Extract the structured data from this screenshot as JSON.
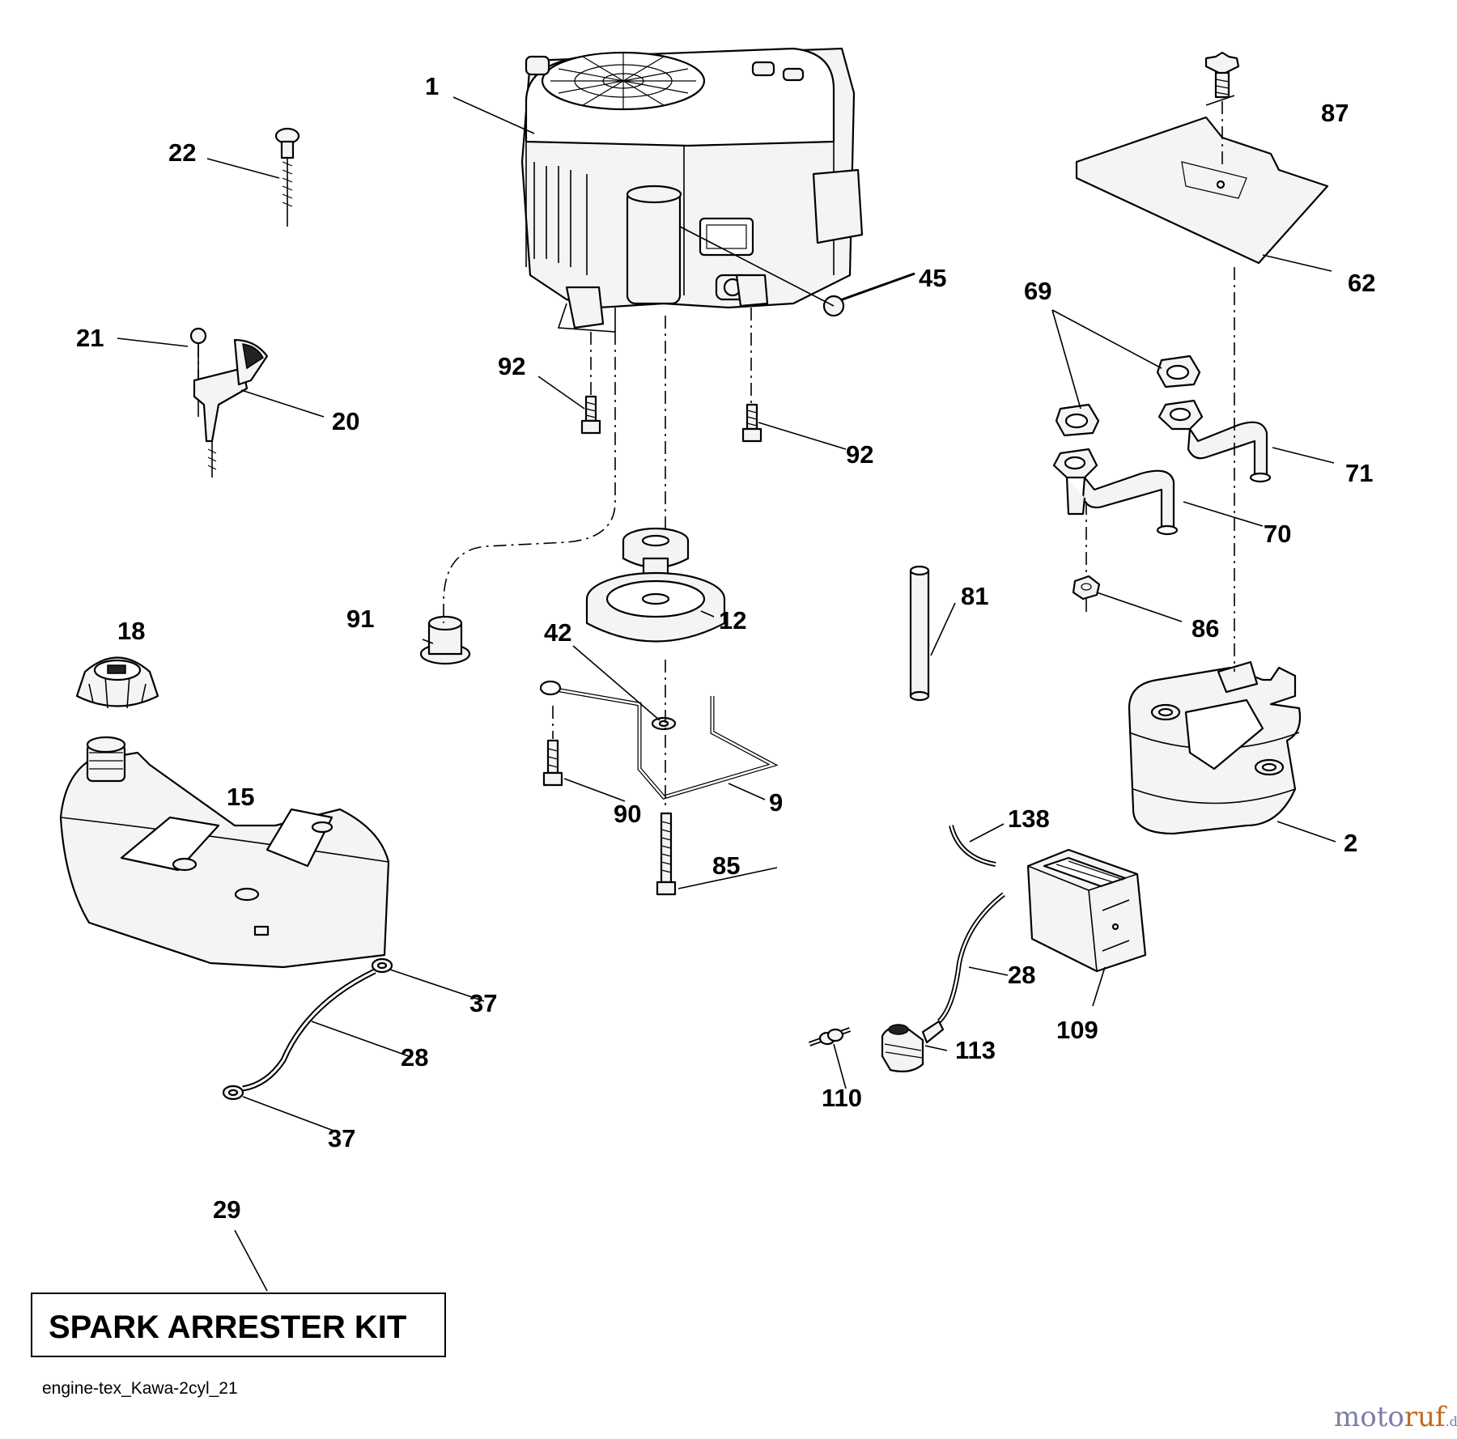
{
  "diagram": {
    "labels": {
      "p1": "1",
      "p2": "2",
      "p9": "9",
      "p12": "12",
      "p15": "15",
      "p18": "18",
      "p20": "20",
      "p21": "21",
      "p22": "22",
      "p28a": "28",
      "p28b": "28",
      "p29": "29",
      "p37a": "37",
      "p37b": "37",
      "p42": "42",
      "p45": "45",
      "p62": "62",
      "p69": "69",
      "p70": "70",
      "p71": "71",
      "p81": "81",
      "p85": "85",
      "p86": "86",
      "p87": "87",
      "p90": "90",
      "p91": "91",
      "p92a": "92",
      "p92b": "92",
      "p109": "109",
      "p110": "110",
      "p113": "113",
      "p138": "138"
    },
    "kit_title": "SPARK ARRESTER KIT",
    "drawing_code": "engine-tex_Kawa-2cyl_21"
  },
  "watermark": {
    "text_main": "moto",
    "text_accent": "ruf",
    "text_tld": ".de"
  }
}
